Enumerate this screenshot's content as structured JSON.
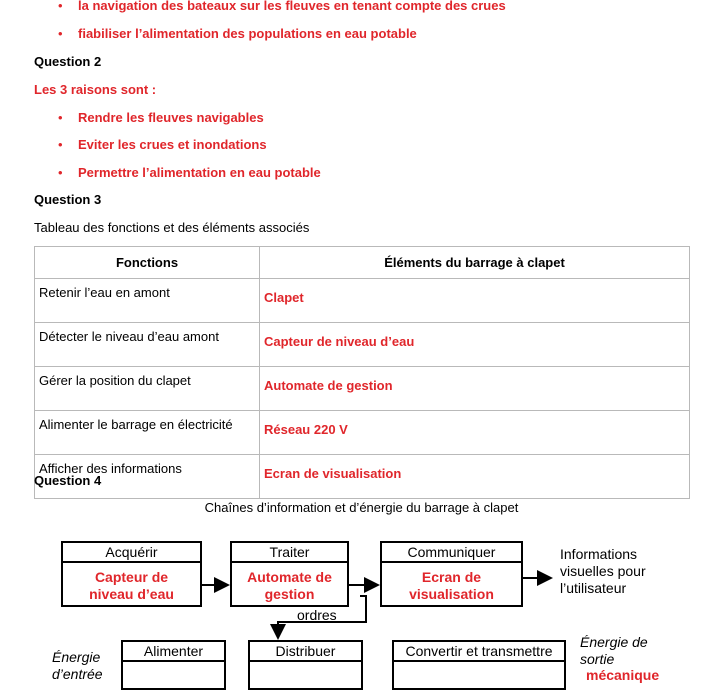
{
  "q1_bullets": [
    "la navigation des bateaux sur les fleuves en tenant compte des crues",
    "fiabiliser l’alimentation des populations en eau potable"
  ],
  "question2": {
    "title": "Question 2",
    "intro": "Les 3 raisons sont :",
    "bullets": [
      "Rendre les fleuves navigables",
      "Eviter les crues et inondations",
      "Permettre l’alimentation en eau potable"
    ]
  },
  "question3": {
    "title": "Question 3",
    "caption": "Tableau des fonctions et des éléments associés",
    "headers": [
      "Fonctions",
      "Éléments du barrage à clapet"
    ],
    "rows": [
      {
        "fonction": "Retenir l’eau en amont",
        "element": "Clapet"
      },
      {
        "fonction": "Détecter le niveau d’eau amont",
        "element": "Capteur de niveau d’eau"
      },
      {
        "fonction": "Gérer la position du clapet",
        "element": "Automate de gestion"
      },
      {
        "fonction": "Alimenter le barrage en électricité",
        "element": "Réseau 220 V"
      },
      {
        "fonction": "Afficher des informations",
        "element": "Ecran de visualisation"
      }
    ]
  },
  "question4": {
    "title": "Question 4",
    "diagram_title": "Chaînes d’information et d’énergie du barrage à clapet",
    "info_chain": [
      {
        "head": "Acquérir",
        "body": "Capteur de niveau d’eau"
      },
      {
        "head": "Traiter",
        "body": "Automate de gestion"
      },
      {
        "head": "Communiquer",
        "body": "Ecran de visualisation"
      }
    ],
    "info_output": "Informations visuelles pour l’utilisateur",
    "orders_label": "ordres",
    "energy_chain": [
      {
        "head": "Alimenter"
      },
      {
        "head": "Distribuer"
      },
      {
        "head": "Convertir et transmettre"
      }
    ],
    "energy_in_label": "Énergie d’entrée",
    "energy_out_label": "Énergie de sortie",
    "energy_out_value": "mécanique"
  },
  "bullet_char": "•"
}
